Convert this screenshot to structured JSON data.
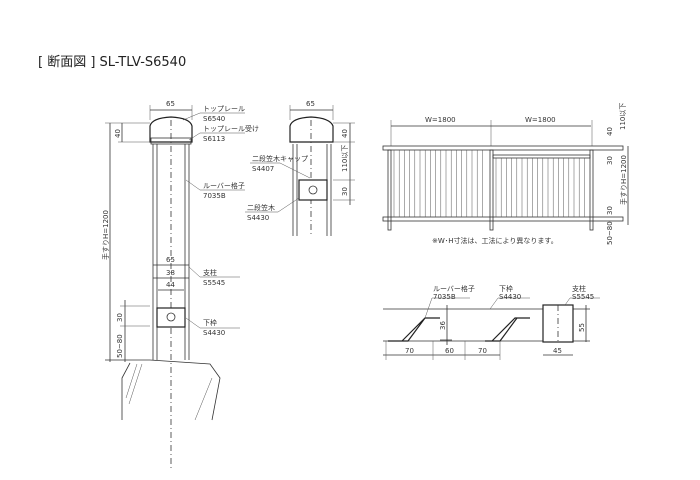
{
  "title": "[ 断面図 ] SL-TLV-S6540",
  "section_left": {
    "width_top": "65",
    "height_rail": "40",
    "handrail_height": "手すりH=1200",
    "labels": [
      {
        "name": "トップレール",
        "code": "S6540"
      },
      {
        "name": "トップレール受け",
        "code": "S6113"
      },
      {
        "name": "ルーバー格子",
        "code": "7035B"
      },
      {
        "name": "支柱",
        "code": "S5545"
      },
      {
        "name": "下枠",
        "code": "S4430"
      }
    ],
    "post_dims": [
      "65",
      "38",
      "44"
    ],
    "bottom_dims": [
      "30",
      "50~80"
    ]
  },
  "section_mid": {
    "width_top": "65",
    "dims": [
      "40",
      "110以下",
      "30"
    ],
    "labels": [
      {
        "name": "二段笠木キャップ",
        "code": "S4407"
      },
      {
        "name": "二段笠木",
        "code": "S4430"
      }
    ]
  },
  "elevation": {
    "spans": [
      "W=1800",
      "W=1800"
    ],
    "dims": [
      "40",
      "110以下",
      "30",
      "手すりH=1200",
      "30",
      "50~80"
    ],
    "note": "※W･H寸法は、工法により異なります。"
  },
  "plan": {
    "labels": [
      {
        "name": "ルーバー格子",
        "code": "7035B"
      },
      {
        "name": "下枠",
        "code": "S4430"
      },
      {
        "name": "支柱",
        "code": "S5545"
      }
    ],
    "dims": [
      "70",
      "60",
      "70",
      "36",
      "45",
      "55"
    ]
  }
}
